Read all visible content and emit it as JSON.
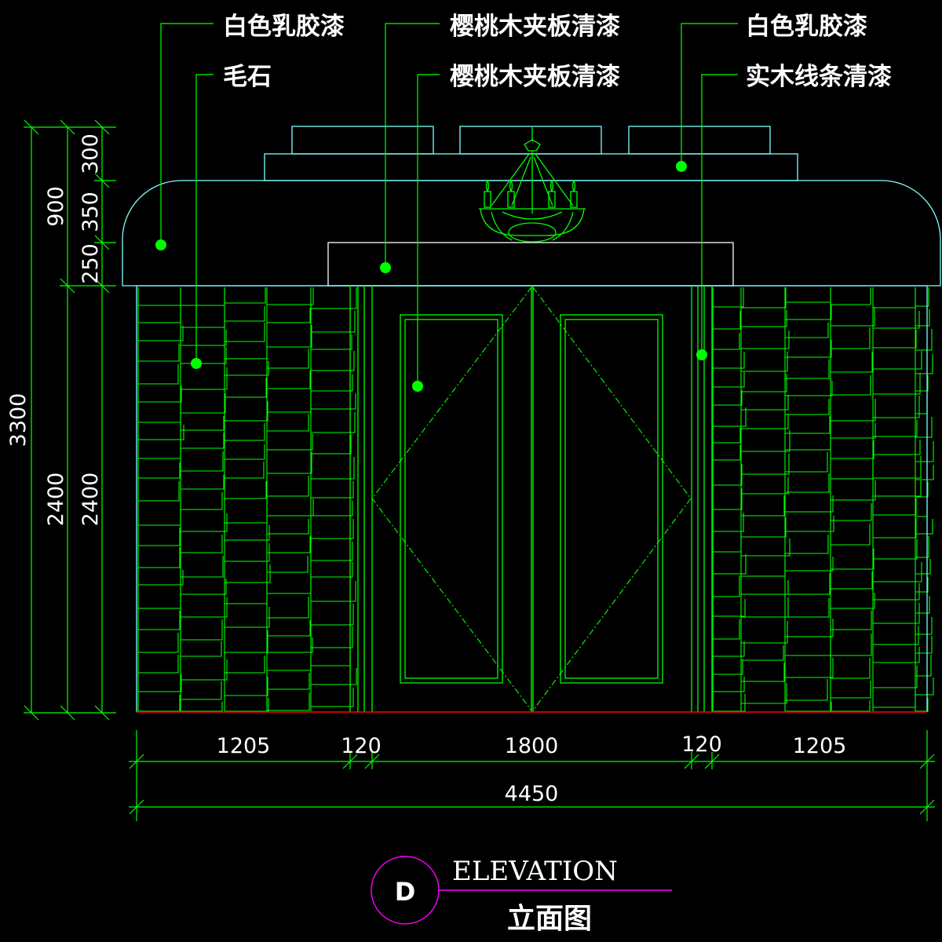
{
  "labels": {
    "top_left": "白色乳胶漆",
    "stone": "毛石",
    "top_center": "樱桃木夹板清漆",
    "center_second": "樱桃木夹板清漆",
    "top_right": "白色乳胶漆",
    "right_second": "实木线条清漆"
  },
  "dimensions": {
    "left_outer": [
      "900",
      "2400"
    ],
    "left_middle": [
      "350",
      "2400"
    ],
    "left_inner": [
      "300",
      "250"
    ],
    "total_height": "3300",
    "bottom_segments": [
      "1205",
      "120",
      "1800",
      "120",
      "1205"
    ],
    "total_width": "4450"
  },
  "title": {
    "marker": "D",
    "english": "ELEVATION",
    "chinese": "立面图"
  },
  "colors": {
    "background": "#000000",
    "line_green": "#00ff00",
    "line_cyan": "#7fffff",
    "line_white": "#ffffff",
    "line_red": "#ff0000",
    "line_magenta": "#ff00ff",
    "text": "#ffffff"
  }
}
